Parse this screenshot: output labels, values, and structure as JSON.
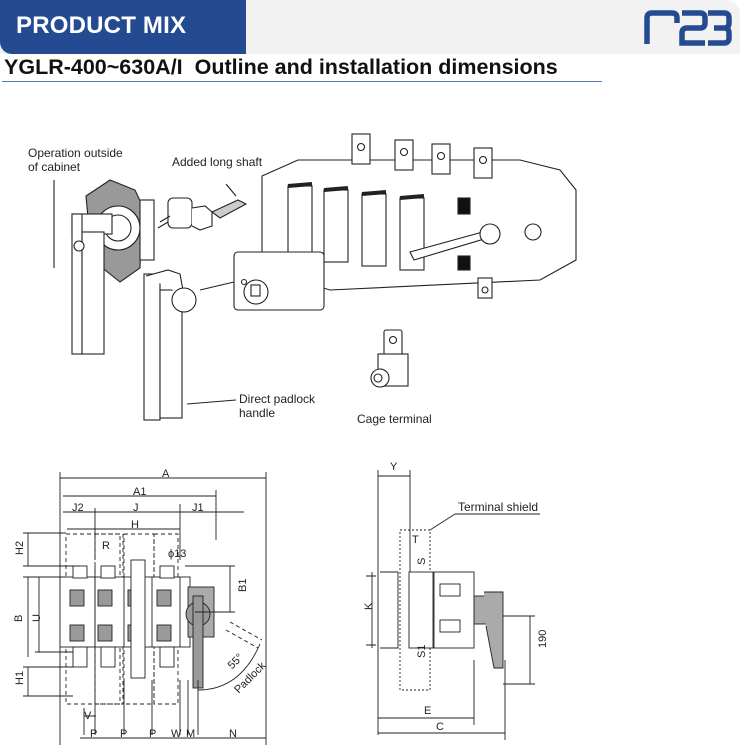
{
  "header": {
    "section_label": "PRODUCT MIX",
    "logo_icon": "r23-logo-icon",
    "brand_color": "#244b91",
    "band_color": "#f2f2f2"
  },
  "title": "YGLR-400~630A/I  Outline and installation dimensions",
  "isometric_view": {
    "callouts": {
      "operation_outside": "Operation outside\nof cabinet",
      "operation_outside_line1": "Operation outside",
      "operation_outside_line2": "of cabinet",
      "long_shaft": "Added long shaft",
      "padlock_line1": "Direct padlock",
      "padlock_line2": "handle",
      "cage_terminal": "Cage terminal"
    }
  },
  "front_view": {
    "dimensions": {
      "A": "A",
      "A1": "A1",
      "J2": "J2",
      "J": "J",
      "J1": "J1",
      "H": "H",
      "H2": "H2",
      "R": "R",
      "phi13": "ϕ13",
      "B1": "B1",
      "B": "B",
      "U": "U",
      "H1": "H1",
      "V": "V",
      "P": "P",
      "W": "W",
      "M": "M",
      "N": "N",
      "angle": "55°",
      "padlock": "Padlock"
    }
  },
  "side_view": {
    "dimensions": {
      "Y": "Y",
      "T": "T",
      "S": "S",
      "S1": "S1",
      "K": "K",
      "E": "E",
      "C": "C",
      "handle": "190"
    },
    "terminal_shield": "Terminal shield"
  }
}
